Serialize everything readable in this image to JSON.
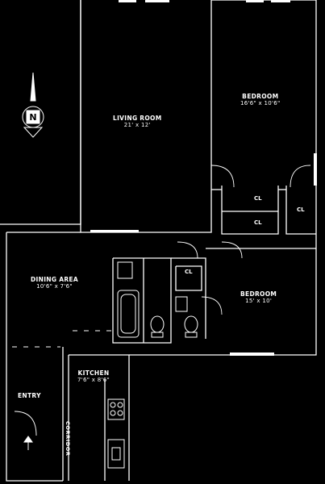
{
  "rooms": {
    "living_room": {
      "name": "LIVING ROOM",
      "dims": "21' x 12'"
    },
    "bedroom_1": {
      "name": "BEDROOM",
      "dims": "16'6\" x 10'6\""
    },
    "dining_area": {
      "name": "DINING AREA",
      "dims": "10'6\" x 7'6\""
    },
    "bedroom_2": {
      "name": "BEDROOM",
      "dims": "15' x 10'"
    },
    "kitchen": {
      "name": "KITCHEN",
      "dims": "7'6\" x 8'6\""
    },
    "entry": {
      "name": "ENTRY"
    }
  },
  "closets": {
    "cl_a": "CL",
    "cl_b": "CL",
    "cl_c": "CL",
    "cl_d": "CL"
  },
  "corridor": {
    "label": "CORRIDOR"
  },
  "compass": {
    "north_letter": "N"
  }
}
